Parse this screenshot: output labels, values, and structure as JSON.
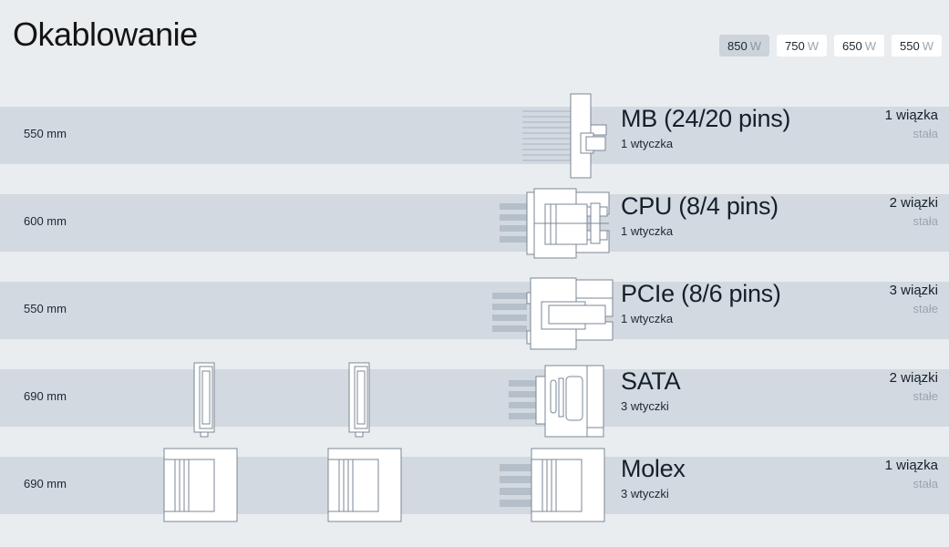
{
  "header": {
    "title": "Okablowanie"
  },
  "wattage_options": [
    {
      "value": "850",
      "unit": "W",
      "selected": true
    },
    {
      "value": "750",
      "unit": "W",
      "selected": false
    },
    {
      "value": "650",
      "unit": "W",
      "selected": false
    },
    {
      "value": "550",
      "unit": "W",
      "selected": false
    }
  ],
  "cables": [
    {
      "length": "550 mm",
      "name": "MB (24/20 pins)",
      "plugs": "1 wtyczka",
      "bundles": "1 wiązka",
      "bundle_type": "stała",
      "connector": "mb-24-pin",
      "inline_connectors": 0
    },
    {
      "length": "600 mm",
      "name": "CPU (8/4 pins)",
      "plugs": "1 wtyczka",
      "bundles": "2 wiązki",
      "bundle_type": "stała",
      "connector": "cpu-8-pin",
      "inline_connectors": 0
    },
    {
      "length": "550 mm",
      "name": "PCIe (8/6 pins)",
      "plugs": "1 wtyczka",
      "bundles": "3 wiązki",
      "bundle_type": "stałe",
      "connector": "pcie-8-pin",
      "inline_connectors": 0
    },
    {
      "length": "690 mm",
      "name": "SATA",
      "plugs": "3 wtyczki",
      "bundles": "2 wiązki",
      "bundle_type": "stałe",
      "connector": "sata",
      "inline_connectors": 2
    },
    {
      "length": "690 mm",
      "name": "Molex",
      "plugs": "3 wtyczki",
      "bundles": "1 wiązka",
      "bundle_type": "stała",
      "connector": "molex",
      "inline_connectors": 2
    }
  ],
  "colors": {
    "page_background": "#e9edf0",
    "cable_band": "#d3d9e0",
    "selected_button": "#ccd3da",
    "button": "#ffffff",
    "text_primary": "#15202b",
    "text_muted": "#9aa5b0",
    "connector_stroke": "#7b8794",
    "connector_fill": "#ffffff"
  }
}
